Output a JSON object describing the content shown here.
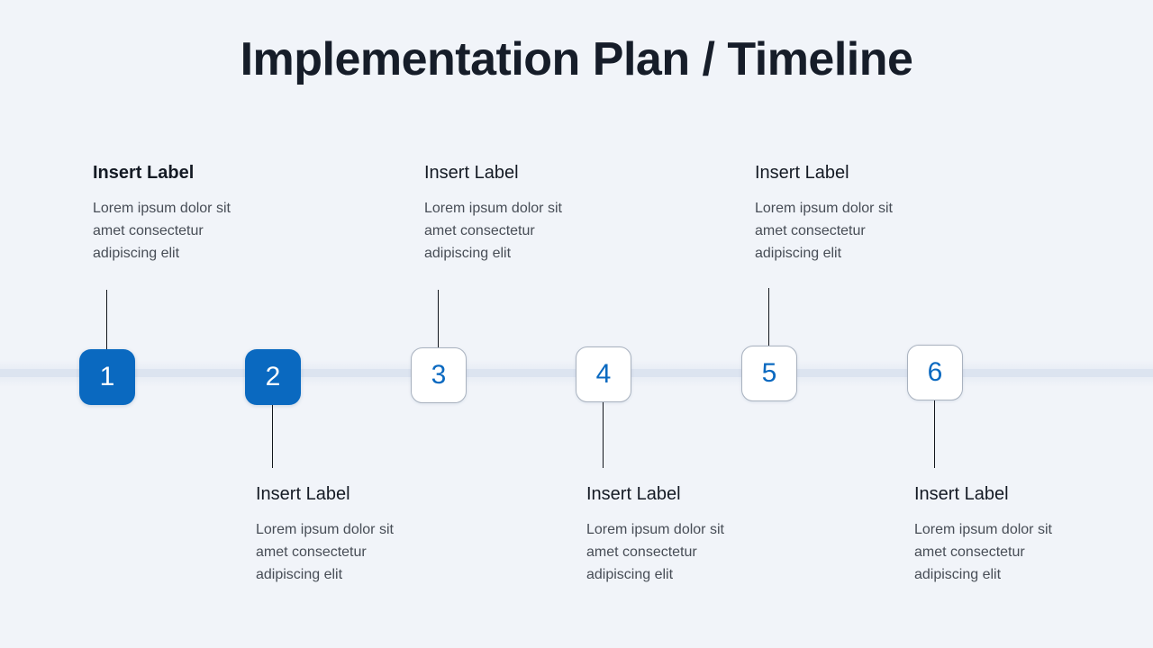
{
  "slide": {
    "title": "Implementation Plan / Timeline",
    "background_color": "#f1f4f9",
    "accent_color": "#0a69c0",
    "band_color": "#dce4f0",
    "heading_color": "#141a24",
    "body_color": "#474d56",
    "badge_border_color": "#a9b2bf"
  },
  "steps": [
    {
      "number": "1",
      "label": "Insert Label",
      "body": "Lorem ipsum dolor sit amet consectetur adipiscing elit",
      "style": "filled",
      "position": "above",
      "emphasis": "bold"
    },
    {
      "number": "2",
      "label": "Insert Label",
      "body": "Lorem ipsum dolor sit amet consectetur adipiscing elit",
      "style": "filled",
      "position": "below",
      "emphasis": "regular"
    },
    {
      "number": "3",
      "label": "Insert Label",
      "body": "Lorem ipsum dolor sit amet consectetur adipiscing elit",
      "style": "outline",
      "position": "above",
      "emphasis": "regular"
    },
    {
      "number": "4",
      "label": "Insert Label",
      "body": "Lorem ipsum dolor sit amet consectetur adipiscing elit",
      "style": "outline",
      "position": "below",
      "emphasis": "regular"
    },
    {
      "number": "5",
      "label": "Insert Label",
      "body": "Lorem ipsum dolor sit amet consectetur adipiscing elit",
      "style": "outline",
      "position": "above",
      "emphasis": "regular"
    },
    {
      "number": "6",
      "label": "Insert Label",
      "body": "Lorem ipsum dolor sit amet consectetur adipiscing elit",
      "style": "outline",
      "position": "below",
      "emphasis": "regular"
    }
  ]
}
